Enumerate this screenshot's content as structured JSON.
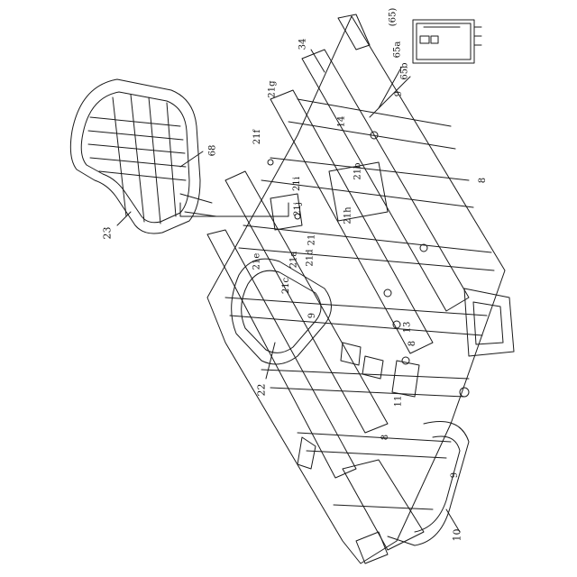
{
  "figure": {
    "labels": {
      "l10": "10",
      "l22": "22",
      "l23": "23",
      "l68": "68",
      "l34": "34",
      "l14": "14",
      "l9a": "9",
      "l9b": "9",
      "l9c": "9",
      "l8a": "8",
      "l8b": "8",
      "l8c": "8",
      "l11": "11",
      "l13": "13",
      "l21": "21",
      "l21a": "21a",
      "l21b": "21b",
      "l21c": "21c",
      "l21d": "21d",
      "l21e": "21e",
      "l21f": "21f",
      "l21g": "21g",
      "l21h": "21h",
      "l21i": "21i",
      "l21j": "21j",
      "l65": "(65)",
      "l65a": "65a",
      "l65b": "65b"
    },
    "colors": {
      "ink": "#1a1a1a",
      "paper": "#ffffff"
    }
  }
}
